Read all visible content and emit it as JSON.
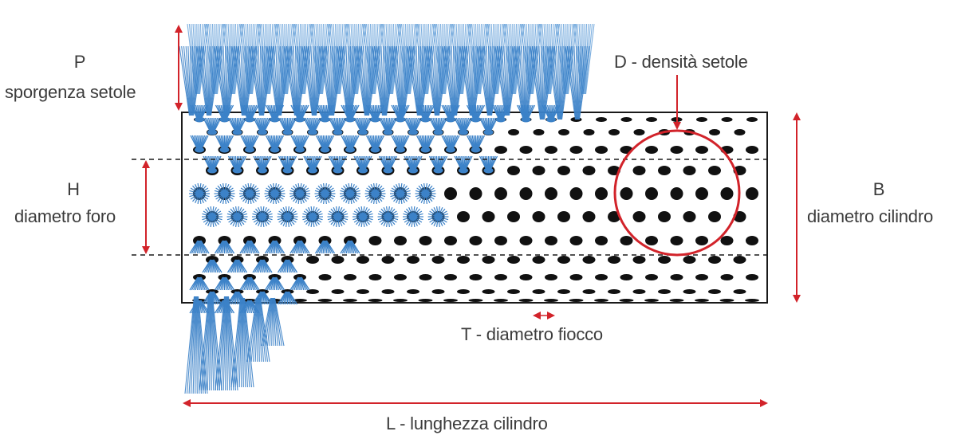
{
  "labels": {
    "p_code": "P",
    "p_text": "sporgenza setole",
    "d_text": "D - densità setole",
    "h_code": "H",
    "h_text": "diametro foro",
    "b_code": "B",
    "b_text": "diametro cilindro",
    "t_text": "T - diametro fiocco",
    "l_text": "L - lunghezza cilindro"
  },
  "colors": {
    "bristle": "#3c82c8",
    "bristle_light": "#6fa6dc",
    "hole": "#111111",
    "arrow": "#d2232a",
    "outline": "#1a1a1a",
    "text": "#3c3c3c"
  }
}
